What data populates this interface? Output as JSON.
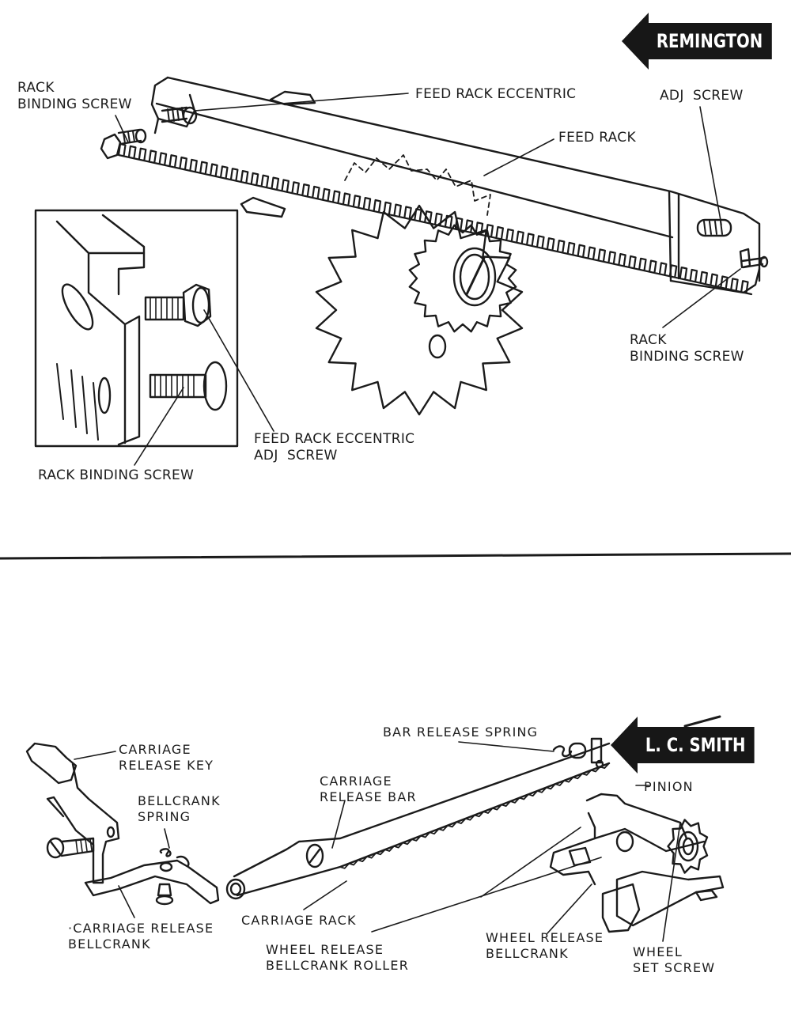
{
  "top_panel": {
    "brand": "REMINGTON",
    "labels": {
      "rack_binding_screw_top": "RACK\nBINDING SCREW",
      "feed_rack_eccentric": "FEED RACK ECCENTRIC",
      "adj_screw": "ADJ  SCREW",
      "feed_rack": "FEED RACK",
      "rack_binding_screw_right": "RACK\nBINDING SCREW",
      "feed_rack_eccentric_adj_screw": "FEED RACK ECCENTRIC\nADJ  SCREW",
      "rack_binding_screw_inset": "RACK BINDING SCREW"
    }
  },
  "bottom_panel": {
    "brand": "L. C. SMITH",
    "labels": {
      "carriage_release_key": "CARRIAGE\nRELEASE KEY",
      "bellcrank_spring": "BELLCRANK\nSPRING",
      "carriage_release_bellcrank": "·CARRIAGE RELEASE\nBELLCRANK",
      "bar_release_spring": "BAR RELEASE SPRING",
      "carriage_release_bar": "CARRIAGE\nRELEASE BAR",
      "pinion": "PINION",
      "carriage_rack": "CARRIAGE RACK",
      "wheel_release_bellcrank_roller": "WHEEL RELEASE\nBELLCRANK ROLLER",
      "wheel_release_bellcrank": "WHEEL RELEASE\nBELLCRANK",
      "wheel_set_screw": "WHEEL\nSET SCREW"
    }
  }
}
